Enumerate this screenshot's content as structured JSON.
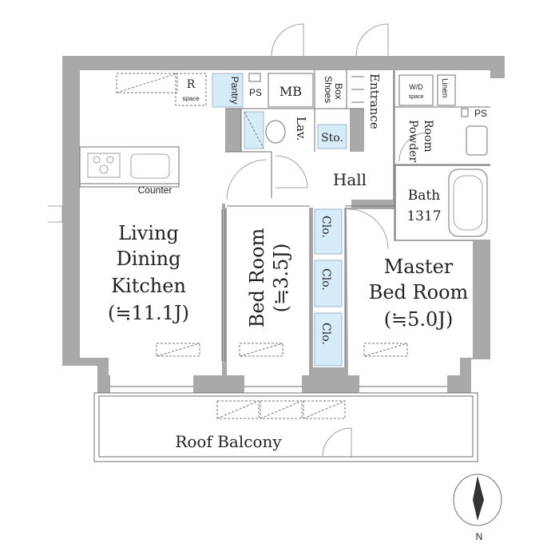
{
  "rooms": {
    "ldk": {
      "name_1": "Living",
      "name_2": "Dining",
      "name_3": "Kitchen",
      "size": "(≒11.1J)"
    },
    "bed": {
      "name": "Bed Room",
      "size": "(≒3.5J)"
    },
    "master": {
      "name_1": "Master",
      "name_2": "Bed Room",
      "size": "(≒5.0J)"
    },
    "hall": "Hall",
    "bath": {
      "name": "Bath",
      "size": "1317"
    },
    "powder": {
      "name_1": "Powder",
      "name_2": "Room"
    },
    "entrance": "Entrance",
    "balcony": "Roof Balcony"
  },
  "fixtures": {
    "r_space": {
      "letter": "R",
      "sub": "space"
    },
    "pantry": "Pantry",
    "ps_1": "PS",
    "ps_2": "PS",
    "mb": "MB",
    "shoes_1": "Shoes",
    "shoes_2": "Box",
    "lav": "Lav.",
    "sto": "Sto.",
    "wd_1": "W/D",
    "wd_2": "space",
    "linen": "Linen",
    "counter": "Counter",
    "clo_1": "Clo.",
    "clo_2": "Clo.",
    "clo_3": "Clo."
  },
  "compass": {
    "label": "N"
  }
}
